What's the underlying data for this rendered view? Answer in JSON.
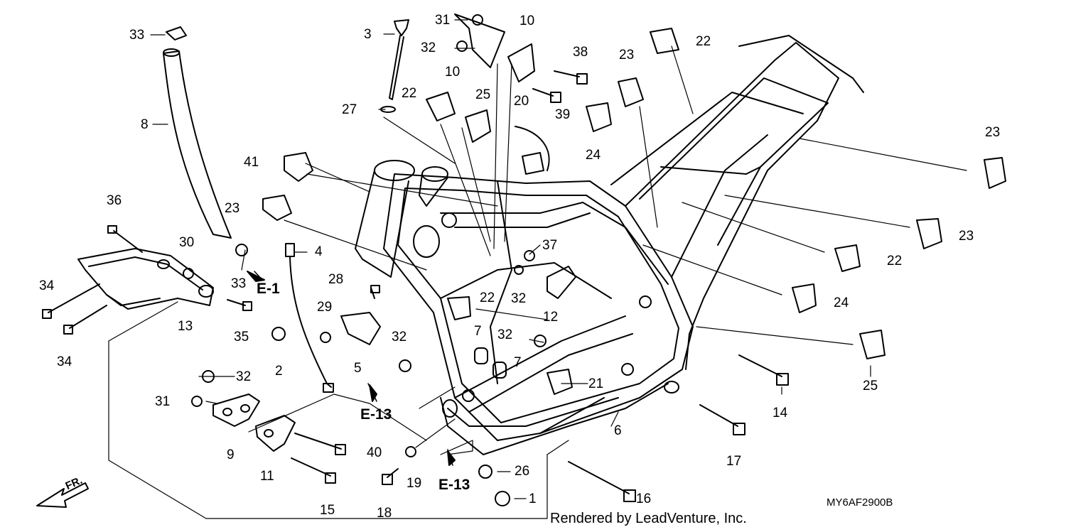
{
  "labels": {
    "p33a": "33",
    "p8": "8",
    "p36": "36",
    "p30": "30",
    "p34a": "34",
    "p34b": "34",
    "p13": "13",
    "p35": "35",
    "p33b": "33",
    "p3": "3",
    "p27": "27",
    "p31a": "31",
    "p32a": "32",
    "p10a": "10",
    "p10b": "10",
    "p38": "38",
    "p39": "39",
    "p22a": "22",
    "p25a": "25",
    "p20": "20",
    "p41": "41",
    "p23a": "23",
    "p4": "4",
    "p28": "28",
    "p29": "29",
    "p2": "2",
    "p5": "5",
    "p32b": "32",
    "p32c": "32",
    "p31b": "31",
    "p9": "9",
    "p11": "11",
    "p40": "40",
    "p15": "15",
    "p18": "18",
    "p19": "19",
    "p26": "26",
    "p1": "1",
    "p16": "16",
    "p7a": "7",
    "p7b": "7",
    "p32d": "32",
    "p32e": "32",
    "p37": "37",
    "p12": "12",
    "p22b": "22",
    "p21": "21",
    "p6": "6",
    "p22c": "22",
    "p23b": "23",
    "p24a": "24",
    "p23c": "23",
    "p23d": "23",
    "p22d": "22",
    "p24b": "24",
    "p25b": "25",
    "p14": "14",
    "p17": "17"
  },
  "refs": {
    "e1": "E-1",
    "e13a": "E-13",
    "e13b": "E-13"
  },
  "front_marker": "FR.",
  "diagram_code": "MY6AF2900B",
  "credit": "Rendered by LeadVenture, Inc."
}
